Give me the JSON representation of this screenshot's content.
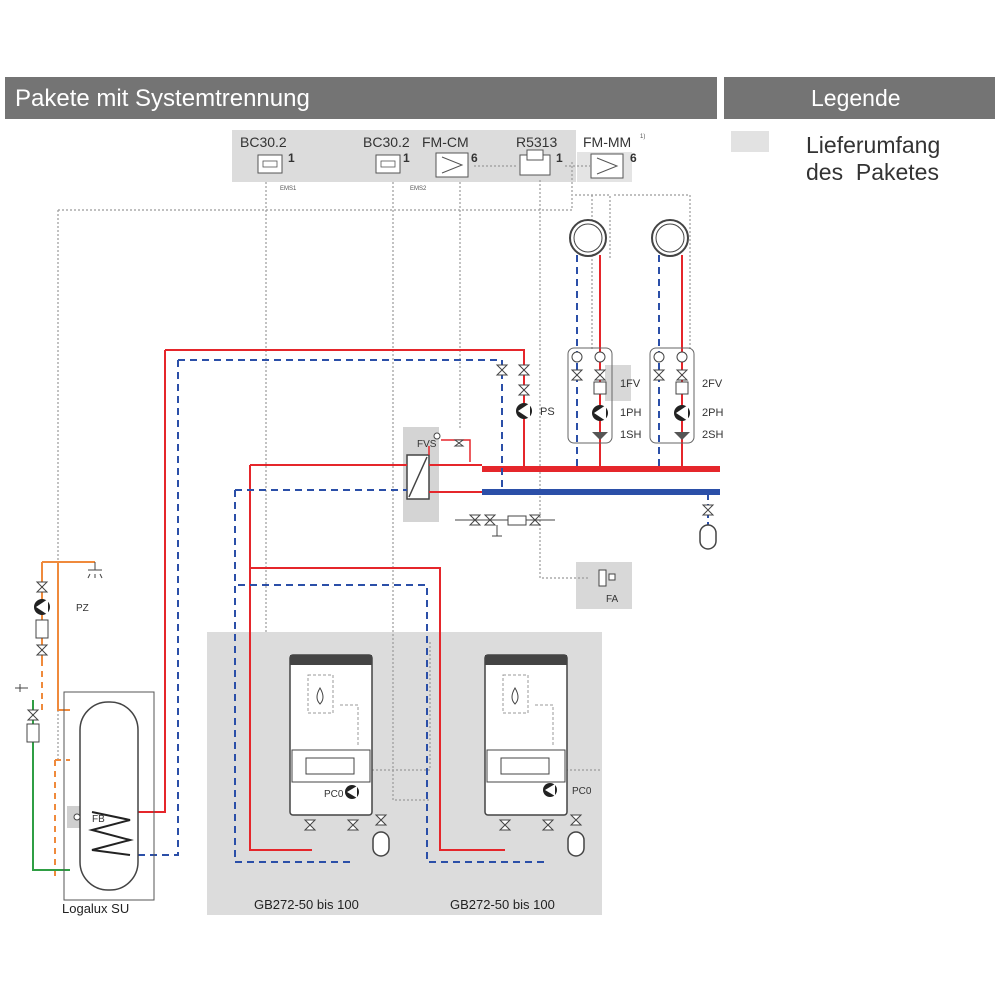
{
  "header": {
    "title": "Pakete mit Systemtrennung",
    "legend_title": "Legende"
  },
  "legend": {
    "item_label_line1": "Lieferumfang",
    "item_label_line2": "des  Paketes",
    "swatch_color": "#e2e2e2"
  },
  "colors": {
    "header_bg": "#747474",
    "package_bg": "#dcdcdc",
    "supply_red": "#e5262b",
    "return_blue": "#2b4fa8",
    "drinking_water_orange": "#ef8a3c",
    "cold_water_green": "#2f9e44"
  },
  "controllers": {
    "bc30_1": "BC30.2",
    "bc30_1_num": "1",
    "bc30_2": "BC30.2",
    "bc30_2_num": "1",
    "fm_cm": "FM-CM",
    "fm_cm_num": "6",
    "r5313": "R5313",
    "r5313_num": "1",
    "fm_mm": "FM-MM",
    "fm_mm_sup": "1)",
    "fm_mm_num": "6",
    "ems1": "EMS1",
    "ems2": "EMS2"
  },
  "components": {
    "fvs": "FVS",
    "ps": "PS",
    "fa": "FA",
    "pz": "PZ",
    "fb": "FB",
    "pc0_1": "PC0",
    "pc0_2": "PC0",
    "c1fv": "1FV",
    "c1ph": "1PH",
    "c1sh": "1SH",
    "c2fv": "2FV",
    "c2ph": "2PH",
    "c2sh": "2SH"
  },
  "labels": {
    "storage": "Logalux SU",
    "boiler1": "GB272-50 bis 100",
    "boiler2": "GB272-50 bis 100"
  }
}
